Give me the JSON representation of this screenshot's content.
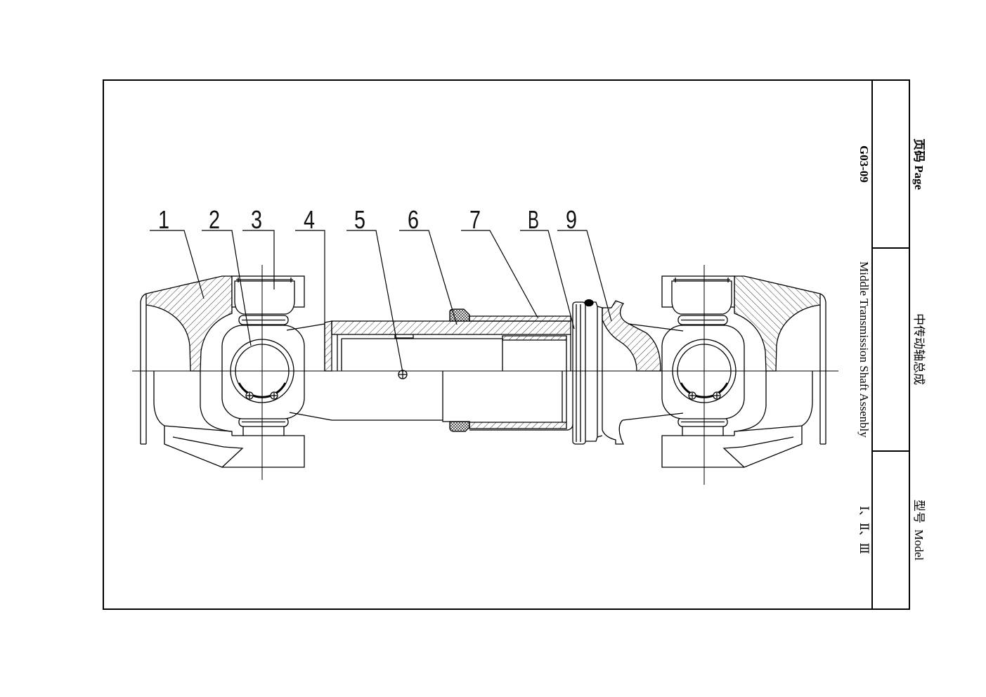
{
  "title_block": {
    "page_label": "页码 Page",
    "page_number": "G03-09",
    "name_zh": "中传动轴总成",
    "name_en": "Middle Transmission Shaft Assenbly",
    "model_label": "型号  Model",
    "model_value": "Ⅰ、Ⅱ、Ⅲ"
  },
  "callouts": [
    "1",
    "2",
    "3",
    "4",
    "5",
    "6",
    "7",
    "B",
    "9"
  ]
}
